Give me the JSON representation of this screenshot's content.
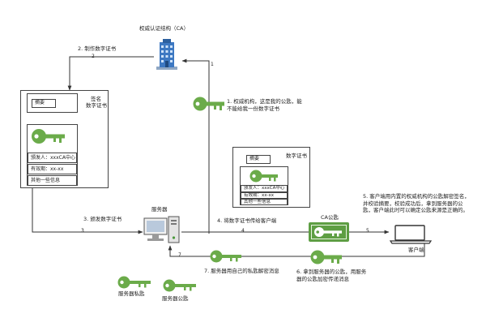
{
  "ca": {
    "title": "权威认证结构（CA）"
  },
  "steps": {
    "s1": "1. 权威机构，这是我的公匙，能不能给我一份数字证书",
    "s2": "2. 制作数字证书",
    "s3": "3. 颁发数字证书",
    "s4": "4. 将数字证书传给客户端",
    "s5": "5. 客户端用内置的权威机构的公匙解密签名，并校验摘要，校验成功后，拿到服务器的公匙，客户端此时可以确定公匙来源是正确的。",
    "s6": "6. 拿到服务器的公匙，用服务器的公匙加密传递消息",
    "s7": "7. 服务器用自己的私匙解密消息"
  },
  "step_numbers": {
    "n1": "1",
    "n2": "2",
    "n3": "3",
    "n4": "4",
    "n5": "5",
    "n6": "6",
    "n7": "7"
  },
  "cert_left": {
    "signature_label": "签名",
    "digest": "摘要",
    "cert_label": "数字证书",
    "issuer": "颁发人：xxxCA中心",
    "validity": "有效期：xx-xx",
    "other": "其他一些信息"
  },
  "cert_mid": {
    "cert_label": "数字证书",
    "digest": "摘要",
    "issuer": "颁发人：xxxCA中心",
    "validity": "有效期：xx-xx",
    "other": "其他一些信息"
  },
  "server": {
    "label": "服务器"
  },
  "client": {
    "label": "客户端"
  },
  "ca_pubkey": {
    "label": "CA公匙"
  },
  "legend": {
    "private_key": "服务器私匙",
    "public_key": "服务器公匙"
  },
  "colors": {
    "key_green": "#6bab4a",
    "ca_box_green": "#5e9e43",
    "line": "#333333"
  }
}
